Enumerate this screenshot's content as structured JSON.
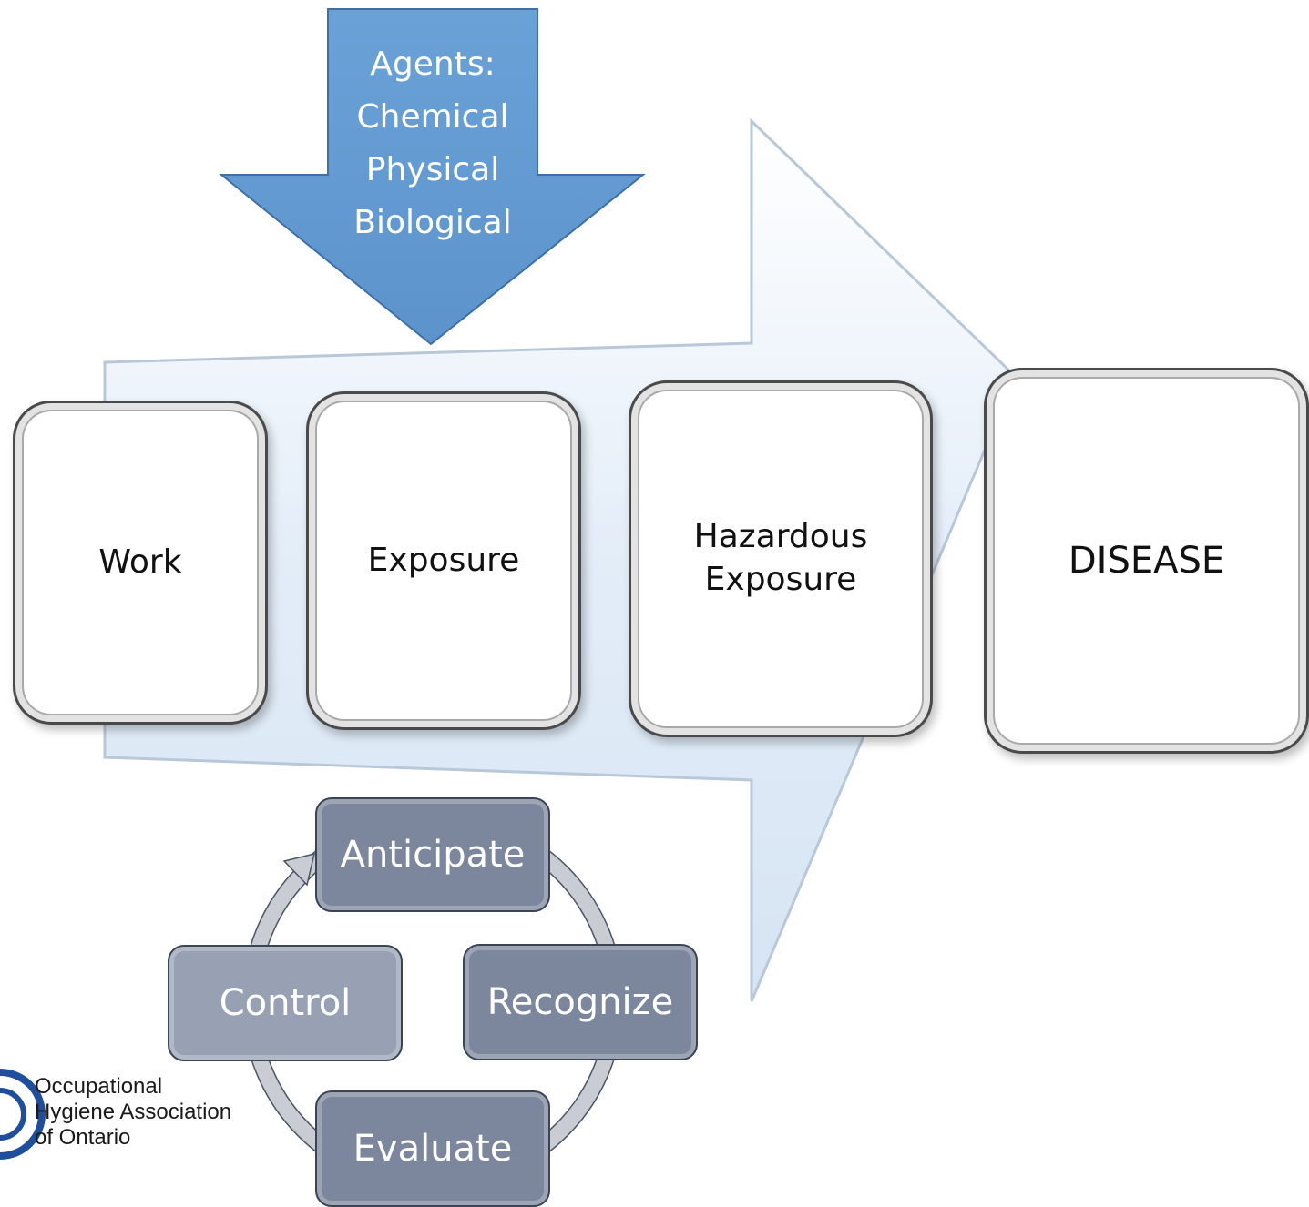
{
  "agents": {
    "lines": "Agents:\nChemical\nPhysical\nBiological",
    "color": "#6199d1"
  },
  "process": {
    "arrow_color": "#e1ecf8",
    "steps": [
      {
        "label": "Work"
      },
      {
        "label": "Exposure"
      },
      {
        "label": "Hazardous\nExposure"
      },
      {
        "label": "DISEASE"
      }
    ]
  },
  "cycle": {
    "box_color_dark": "#7c879d",
    "box_color_light": "#97a1b3",
    "steps": [
      {
        "label": "Anticipate"
      },
      {
        "label": "Recognize"
      },
      {
        "label": "Evaluate"
      },
      {
        "label": "Control"
      }
    ]
  },
  "logo": {
    "line1": "Occupational",
    "line2": "Hygiene Association",
    "line3": "of Ontario",
    "icon": "oha-logo-icon",
    "color": "#1f4e9c"
  }
}
